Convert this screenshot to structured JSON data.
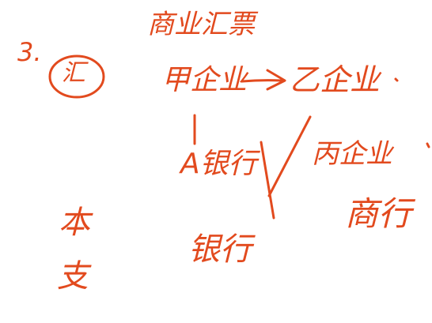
{
  "colors": {
    "ink": "#e24a1e",
    "background": "#ffffff"
  },
  "notes": {
    "number": "3.",
    "circled": "汇",
    "top_note": "商业汇票",
    "enterprise_a": "甲企业",
    "enterprise_b": "乙企业",
    "bank_a": "A银行",
    "enterprise_c": "丙企业",
    "bank": "银行",
    "bureau": "商行",
    "column_1": "本",
    "column_2": "支"
  }
}
